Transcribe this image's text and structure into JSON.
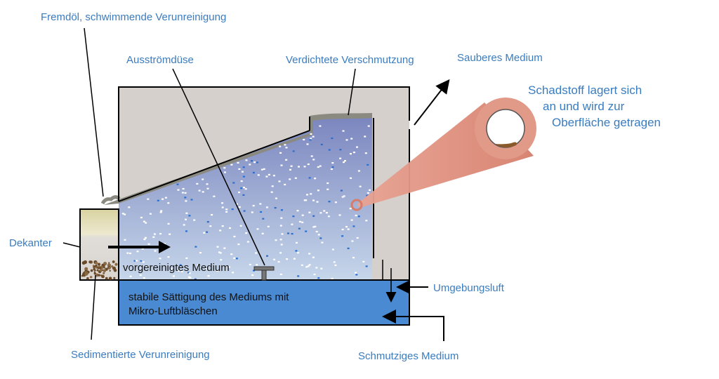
{
  "labels": {
    "fremdoel": "Fremdöl, schwimmende Verunreinigung",
    "ausstroemduese": "Ausströmdüse",
    "verdichtete": "Verdichtete Verschmutzung",
    "sauberes": "Sauberes Medium",
    "schadstoff_line1": "Schadstoff lagert sich",
    "schadstoff_line2": "an und wird zur",
    "schadstoff_line3": "Oberfläche getragen",
    "dekanter": "Dekanter",
    "vorgereinigt": "vorgereinigtes Medium",
    "saettigung_line1": "stabile Sättigung des Mediums mit",
    "saettigung_line2": "Mikro-Luftbläschen",
    "umgebungsluft": "Umgebungsluft",
    "sedimentiert": "Sedimentierte Verunreinigung",
    "schmutziges": "Schmutziges Medium"
  },
  "colors": {
    "label_blue": "#3a7cc0",
    "tank_gray": "#d5d0cc",
    "medium_top": "#7b86bf",
    "medium_bottom": "#c2d3e9",
    "saturation_blue": "#4a8ad2",
    "sludge": "#8a8a80",
    "particle_pipe": "#d97e6e",
    "sediment": "#6b4a2a"
  }
}
